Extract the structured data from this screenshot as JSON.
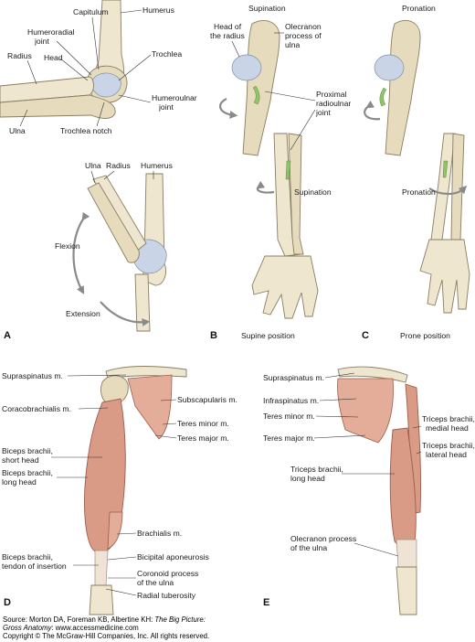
{
  "panels": {
    "A": {
      "letter": "A",
      "labels": {
        "capitulum": "Capitulum",
        "humerus": "Humerus",
        "humeroradial_joint_line1": "Humeroradial",
        "humeroradial_joint_line2": "joint",
        "radius": "Radius",
        "head": "Head",
        "trochlea": "Trochlea",
        "humeroulnar_joint_line1": "Humeroulnar",
        "humeroulnar_joint_line2": "joint",
        "ulna": "Ulna",
        "trochlea_notch": "Trochlea notch",
        "ulna2": "Ulna",
        "radius2": "Radius",
        "humerus2": "Humerus",
        "flexion": "Flexion",
        "extension": "Extension"
      }
    },
    "B": {
      "letter": "B",
      "title": "Supination",
      "caption": "Supine position",
      "labels": {
        "head_of_radius_line1": "Head of",
        "head_of_radius_line2": "the radius",
        "olecranon_line1": "Olecranon",
        "olecranon_line2": "process of",
        "olecranon_line3": "ulna",
        "proximal_line1": "Proximal",
        "proximal_line2": "radioulnar",
        "proximal_line3": "joint",
        "supination": "Supination"
      }
    },
    "C": {
      "letter": "C",
      "title": "Pronation",
      "caption": "Prone position",
      "labels": {
        "pronation": "Pronation"
      }
    },
    "D": {
      "letter": "D",
      "labels": {
        "supraspinatus": "Supraspinatus m.",
        "coracobrachialis": "Coracobrachialis m.",
        "subscapularis": "Subscapularis m.",
        "teres_minor": "Teres minor m.",
        "teres_major": "Teres major m.",
        "biceps_short_line1": "Biceps brachii,",
        "biceps_short_line2": "short head",
        "biceps_long_line1": "Biceps brachii,",
        "biceps_long_line2": "long head",
        "brachialis": "Brachialis m.",
        "biceps_tendon_line1": "Biceps brachii,",
        "biceps_tendon_line2": "tendon of insertion",
        "bicipital_aponeurosis": "Bicipital aponeurosis",
        "coronoid_line1": "Coronoid process",
        "coronoid_line2": "of the ulna",
        "radial_tuberosity": "Radial tuberosity"
      }
    },
    "E": {
      "letter": "E",
      "labels": {
        "supraspinatus": "Supraspinatus m.",
        "infraspinatus": "Infraspinatus m.",
        "teres_minor": "Teres minor m.",
        "teres_major": "Teres major m.",
        "triceps_medial_line1": "Triceps brachii,",
        "triceps_medial_line2": "medial head",
        "triceps_lateral_line1": "Triceps brachii,",
        "triceps_lateral_line2": "lateral head",
        "triceps_long_line1": "Triceps brachii,",
        "triceps_long_line2": "long head",
        "olecranon_line1": "Olecranon process",
        "olecranon_line2": "of the ulna"
      }
    }
  },
  "source": {
    "line1_prefix": "Source: Morton DA, Foreman KB, Albertine KH: ",
    "line1_title": "The Big Picture:",
    "line2_title": "Gross Anatomy",
    "line2_suffix": ": www.accessmedicine.com",
    "line3": "Copyright © The McGraw-Hill Companies, Inc. All rights reserved."
  }
}
